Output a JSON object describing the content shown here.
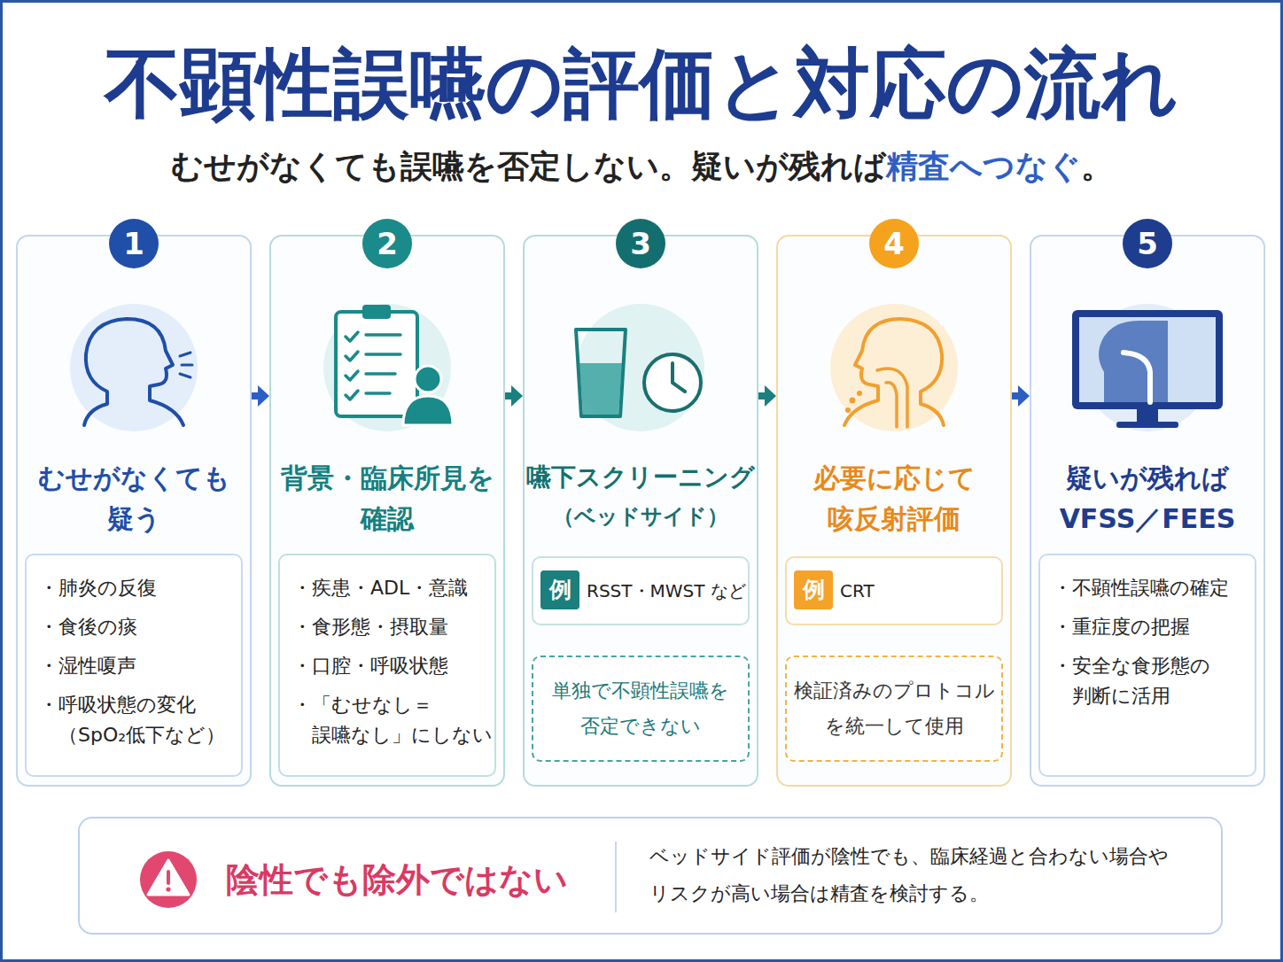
{
  "diagram": {
    "title": "不顕性誤嚥の評価と対応の流れ",
    "nodes": [
      {
        "text": [
          "むせがなくても 疑う"
        ]
      },
      {
        "text": [
          "1"
        ],
        "in": 0
      },
      {
        "text": [
          "・肺炎の反復",
          "・食後の痰",
          "・湿性嗄声",
          "・呼吸状態の変化 （SpO₂低下など）"
        ],
        "in": 0
      },
      {
        "text": [
          "背景・臨床所見を 確認"
        ]
      },
      {
        "text": [
          "2"
        ],
        "in": 3
      },
      {
        "text": [
          "・疾患・ADL・意識",
          "・食形態・摂取量",
          "・口腔・呼吸状態",
          "・「むせなし＝ 誤嚥なし」にしない"
        ],
        "in": 3
      },
      {
        "text": [
          "嚥下スクリーニング",
          "（ベッドサイド）"
        ]
      },
      {
        "text": [
          "3"
        ],
        "in": 6
      },
      {
        "text": [
          "例",
          "RSST・MWST など"
        ],
        "in": 6
      },
      {
        "text": [
          "単独で不顕性誤嚥を 否定できない"
        ],
        "in": 6
      },
      {
        "text": [
          "必要に応じて 咳反射評価"
        ]
      },
      {
        "text": [
          "4"
        ],
        "in": 10
      },
      {
        "text": [
          "例",
          "CRT"
        ],
        "in": 10
      },
      {
        "text": [
          "検証済みのプロトコル を統一して使用"
        ],
        "in": 10
      },
      {
        "text": [
          "疑いが残れば VFSS／FEES"
        ]
      },
      {
        "text": [
          "5"
        ],
        "in": 14
      },
      {
        "text": [
          "・不顕性誤嚥の確定",
          "・重症度の把握",
          "・安全な食形態の 判断に活用"
        ],
        "in": 14
      },
      {
        "text": [
          "陰性でも除外ではない",
          "ベッドサイド評価が陰性でも、臨床経過と合わない場合や リスクが高い場合は精査を検討する。"
        ]
      }
    ],
    "edges": [
      {
        "from": 0,
        "to": 3,
        "arrow": "to"
      },
      {
        "from": 3,
        "to": 6,
        "arrow": "to"
      },
      {
        "from": 6,
        "to": 10,
        "arrow": "to"
      },
      {
        "from": 10,
        "to": 14,
        "arrow": "to"
      }
    ],
    "labels": [
      "むせがなくても誤嚥を否定しない。疑いが残れば",
      "精査へつなぐ",
      "。"
    ]
  }
}
